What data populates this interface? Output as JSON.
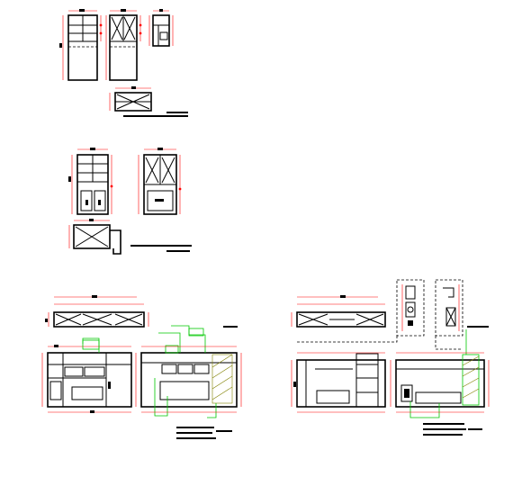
{
  "canvas": {
    "background": "#ffffff"
  },
  "colors": {
    "outline": "#000000",
    "dimension": "#ff0000",
    "annotation": "#00c800",
    "hatch": "#808000",
    "title_bar": "#000000"
  },
  "drawing_groups": [
    {
      "id": "group-1",
      "views": [
        "front-elevation-a",
        "front-elevation-b",
        "side-section",
        "plan-view"
      ],
      "title_block": "title-block-1"
    },
    {
      "id": "group-2",
      "views": [
        "front-elevation-c",
        "front-elevation-d",
        "plan-view"
      ],
      "title_block": "title-block-2"
    },
    {
      "id": "group-3",
      "views": [
        "plan-view",
        "elevation-left",
        "elevation-right"
      ],
      "title_block": "title-block-3"
    },
    {
      "id": "group-4",
      "views": [
        "plan-view",
        "detail-a",
        "detail-b",
        "elevation-left",
        "elevation-right"
      ],
      "title_block": "title-block-4"
    }
  ]
}
